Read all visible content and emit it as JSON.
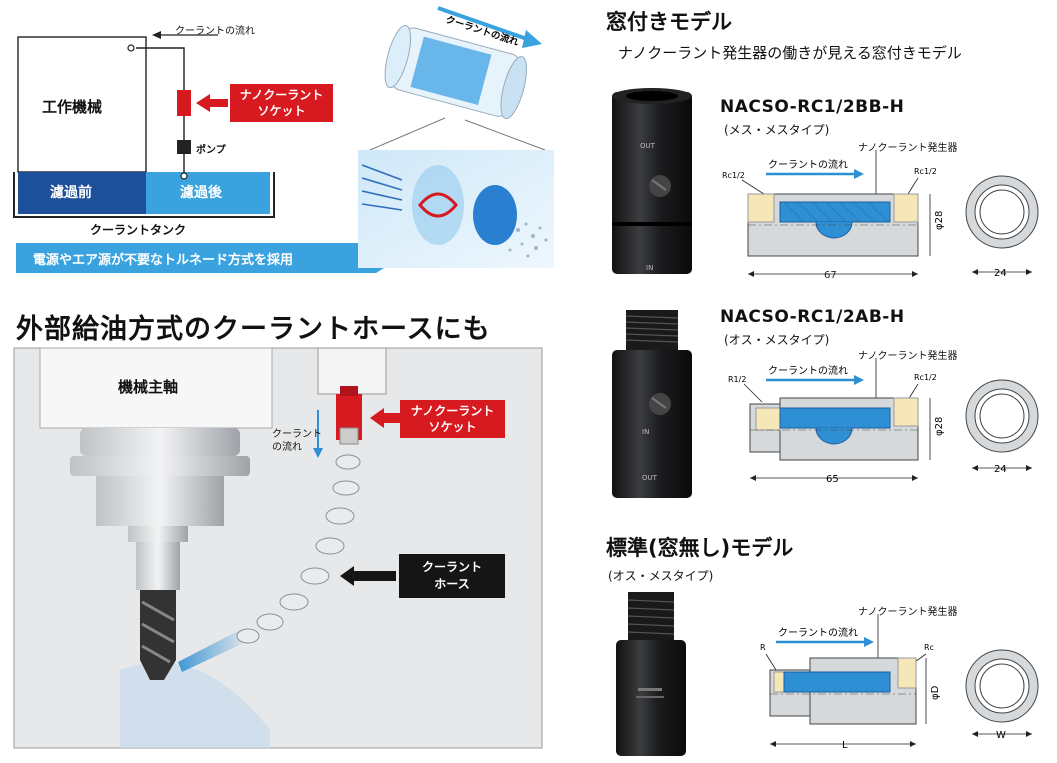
{
  "top_diagram": {
    "coolant_flow": "クーラントの流れ",
    "machine": "工作機械",
    "socket_line1": "ナノクーラント",
    "socket_line2": "ソケット",
    "pump": "ポンプ",
    "before_filter": "濾過前",
    "after_filter": "濾過後",
    "tank": "クーラントタンク",
    "banner": "電源やエア源が不要なトルネード方式を採用",
    "flow_label": "クーラントの流れ"
  },
  "external_section": {
    "heading": "外部給油方式のクーラントホースにも",
    "spindle": "機械主軸",
    "socket_line1": "ナノクーラント",
    "socket_line2": "ソケット",
    "coolant_flow_line1": "クーラント",
    "coolant_flow_line2": "の流れ",
    "hose_line1": "クーラント",
    "hose_line2": "ホース"
  },
  "window_model": {
    "heading": "窓付きモデル",
    "description": "ナノクーラント発生器の働きが見える窓付きモデル"
  },
  "products": [
    {
      "model": "NACSO-RC1/2BB-H",
      "type": "(メス・メスタイプ)",
      "generator": "ナノクーラント発生器",
      "flow": "クーラントの流れ",
      "left_thread": "Rc1/2",
      "right_thread": "Rc1/2",
      "diameter": "φ28",
      "length": "67",
      "width": "24",
      "out_label": "OUT",
      "in_label": "IN"
    },
    {
      "model": "NACSO-RC1/2AB-H",
      "type": "(オス・メスタイプ)",
      "generator": "ナノクーラント発生器",
      "flow": "クーラントの流れ",
      "left_thread": "R1/2",
      "right_thread": "Rc1/2",
      "diameter": "φ28",
      "length": "65",
      "width": "24",
      "out_label": "OUT",
      "in_label": "IN"
    }
  ],
  "standard_model": {
    "heading": "標準(窓無し)モデル",
    "type": "(オス・メスタイプ)",
    "generator": "ナノクーラント発生器",
    "flow": "クーラントの流れ",
    "left_thread": "R",
    "right_thread": "Rc",
    "diameter": "φD",
    "length": "L",
    "width": "W"
  },
  "colors": {
    "red": "#d71920",
    "blue": "#2f8fd4",
    "light_blue": "#41a7e3",
    "navy": "#1e4f9a",
    "black": "#151515"
  }
}
